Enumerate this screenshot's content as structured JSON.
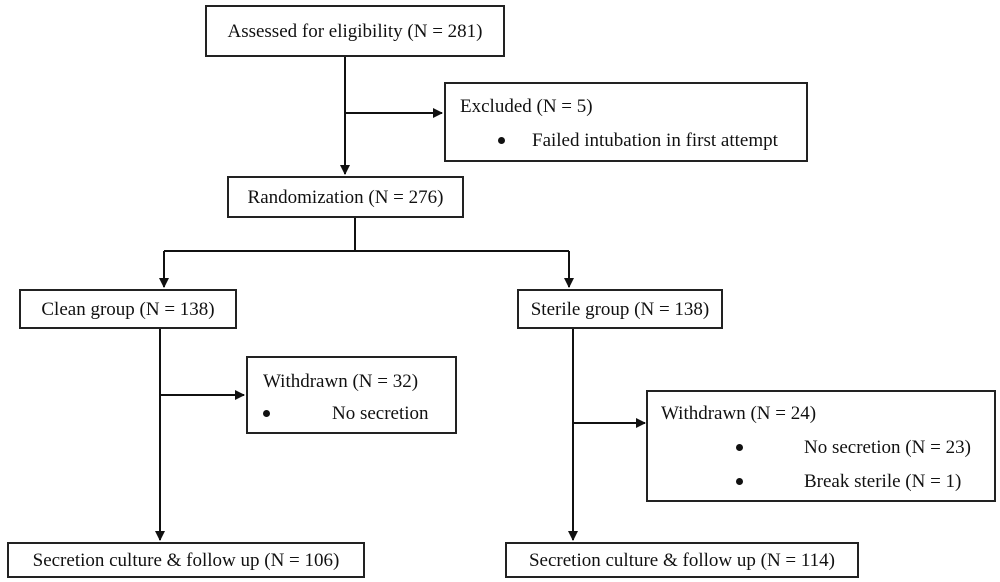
{
  "flowchart": {
    "assessed": {
      "label": "Assessed for eligibility (N = 281)"
    },
    "excluded": {
      "title": "Excluded (N = 5)",
      "bullets": [
        "Failed intubation in first attempt"
      ]
    },
    "randomization": {
      "label": "Randomization (N = 276)"
    },
    "clean_group": {
      "label": "Clean group (N = 138)"
    },
    "sterile_group": {
      "label": "Sterile group (N = 138)"
    },
    "clean_withdrawn": {
      "title": "Withdrawn (N = 32)",
      "bullets": [
        "No secretion"
      ]
    },
    "sterile_withdrawn": {
      "title": "Withdrawn (N = 24)",
      "bullets": [
        "No secretion (N = 23)",
        "Break sterile (N = 1)"
      ]
    },
    "clean_followup": {
      "label": "Secretion culture & follow up (N = 106)"
    },
    "sterile_followup": {
      "label": "Secretion culture & follow up (N = 114)"
    }
  }
}
